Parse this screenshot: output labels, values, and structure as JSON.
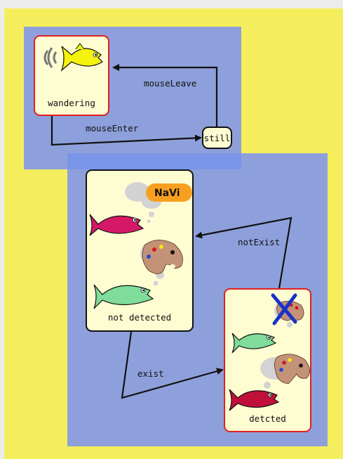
{
  "states": {
    "wandering": "wandering",
    "still": "still",
    "not_detected": "not detected",
    "detected": "detcted"
  },
  "transitions": {
    "mouse_leave": "mouseLeave",
    "mouse_enter": "mouseEnter",
    "not_exist": "notExist",
    "exist": "exist"
  },
  "thought_bubble": {
    "navi_text": "NaVi"
  },
  "colors": {
    "background_yellow": "#f4ee5c",
    "panel_blue": "#8ea0db",
    "state_fill": "#fefdd2",
    "active_border": "#e0201f",
    "fish_yellow": "#f5f20e",
    "fish_pink": "#d51966",
    "fish_green": "#7fdc9a",
    "fish_crimson": "#c0103a",
    "palette_brown": "#c49377",
    "cross_blue": "#1832c8"
  },
  "icons": [
    "yellow-fish-icon",
    "pink-fish-icon",
    "green-fish-icon",
    "crimson-fish-icon",
    "palette-icon",
    "navi-logo-icon",
    "cross-icon"
  ]
}
